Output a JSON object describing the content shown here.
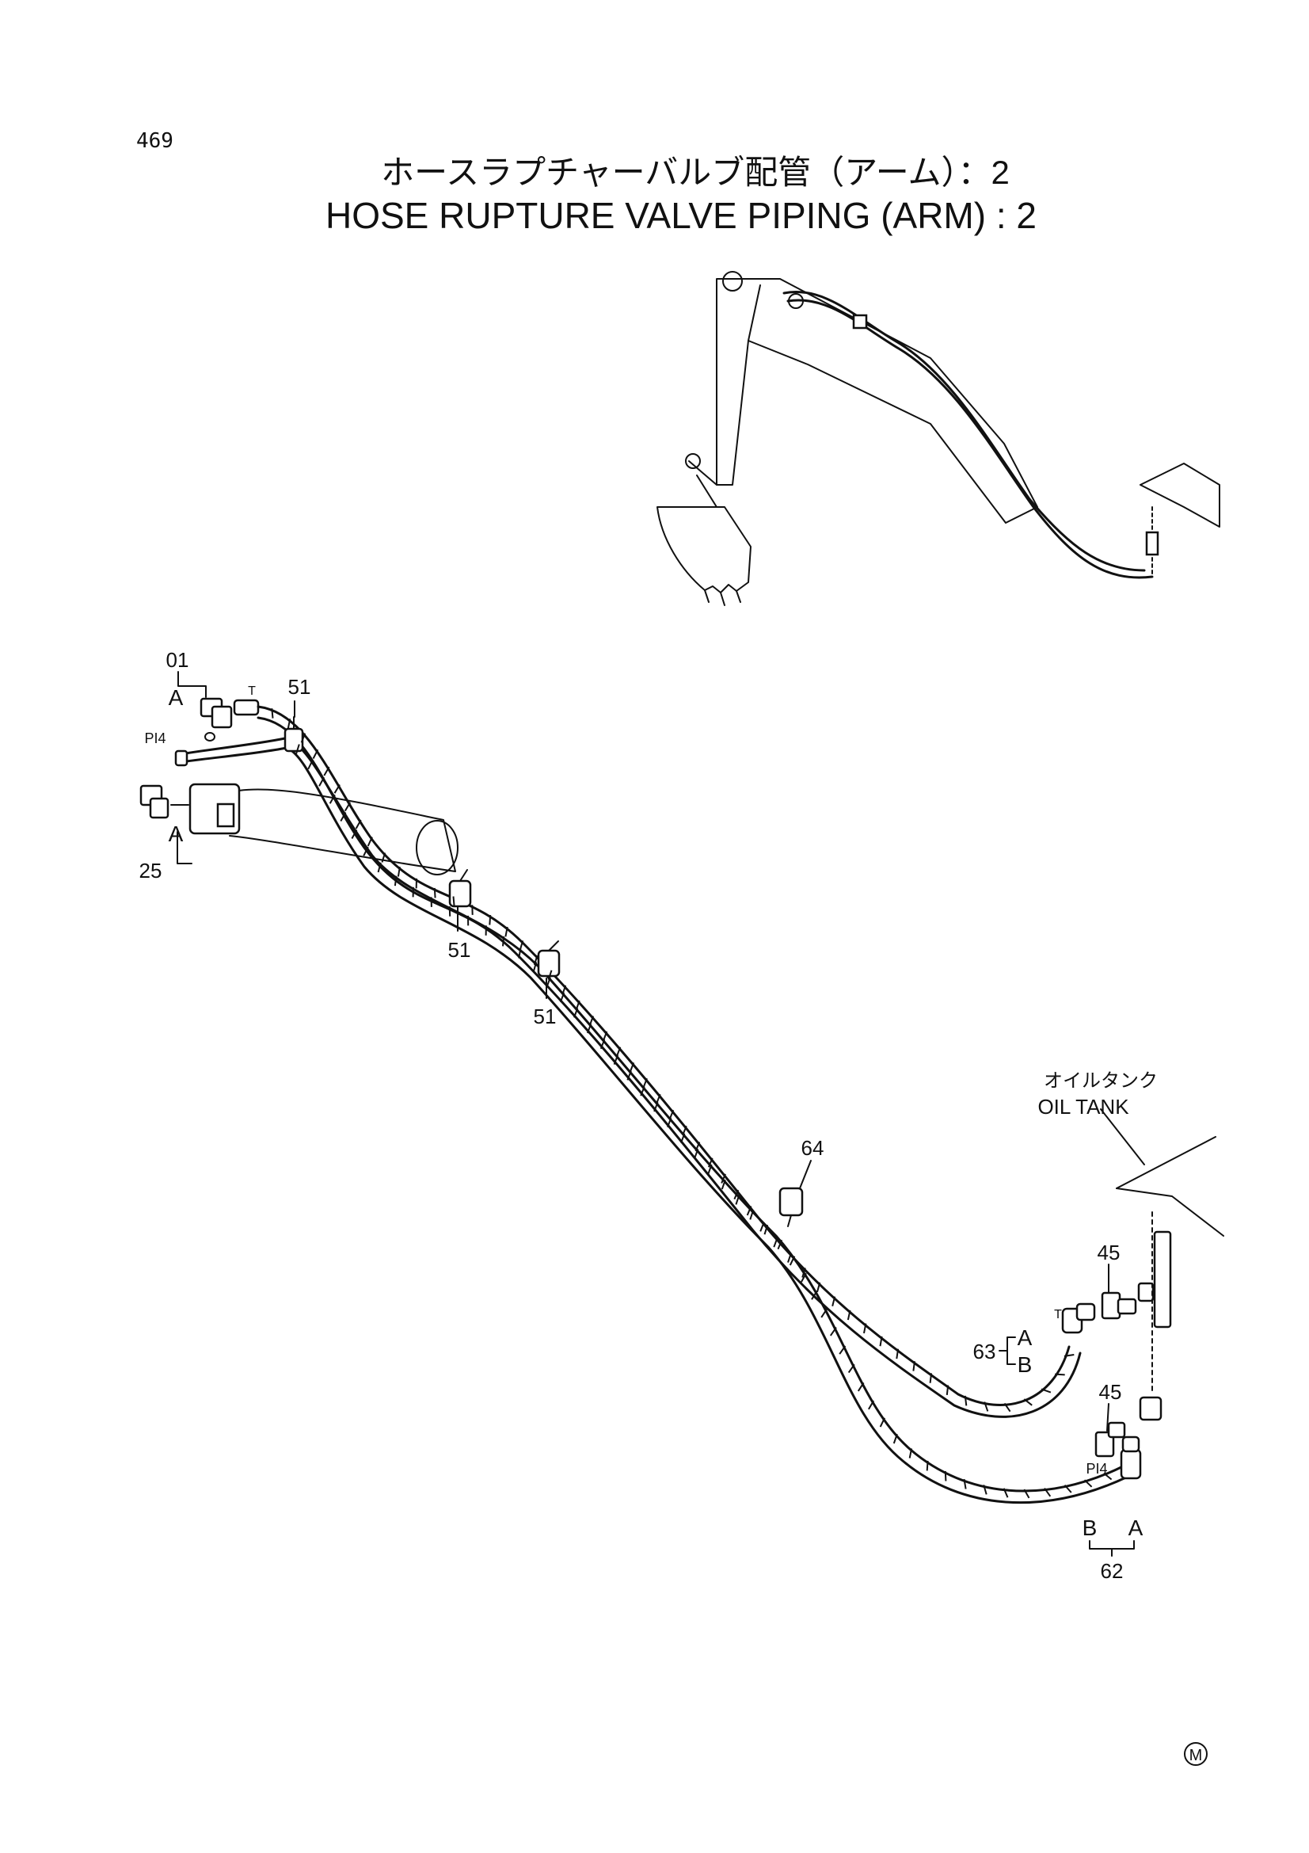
{
  "page": {
    "number": "469",
    "title_jp": "ホースラプチャーバルブ配管（アーム）：2",
    "title_en": "HOSE RUPTURE VALVE PIPING (ARM) : 2",
    "mark": "M"
  },
  "callouts": {
    "c01": "01",
    "c25": "25",
    "c51a": "51",
    "c51b": "51",
    "c51c": "51",
    "c64": "64",
    "c45a": "45",
    "c45b": "45",
    "c63": "63",
    "c62": "62"
  },
  "port_labels": {
    "t_top": "T",
    "pi4_top": "PI4",
    "t_right": "T",
    "pi4_right": "PI4"
  },
  "end_labels": {
    "a_01": "A",
    "a_25": "A",
    "a_63": "A",
    "b_63": "B",
    "b_62": "B",
    "a_62": "A"
  },
  "oil_tank": {
    "label_jp": "オイルタンク",
    "label_en": "OIL TANK"
  }
}
